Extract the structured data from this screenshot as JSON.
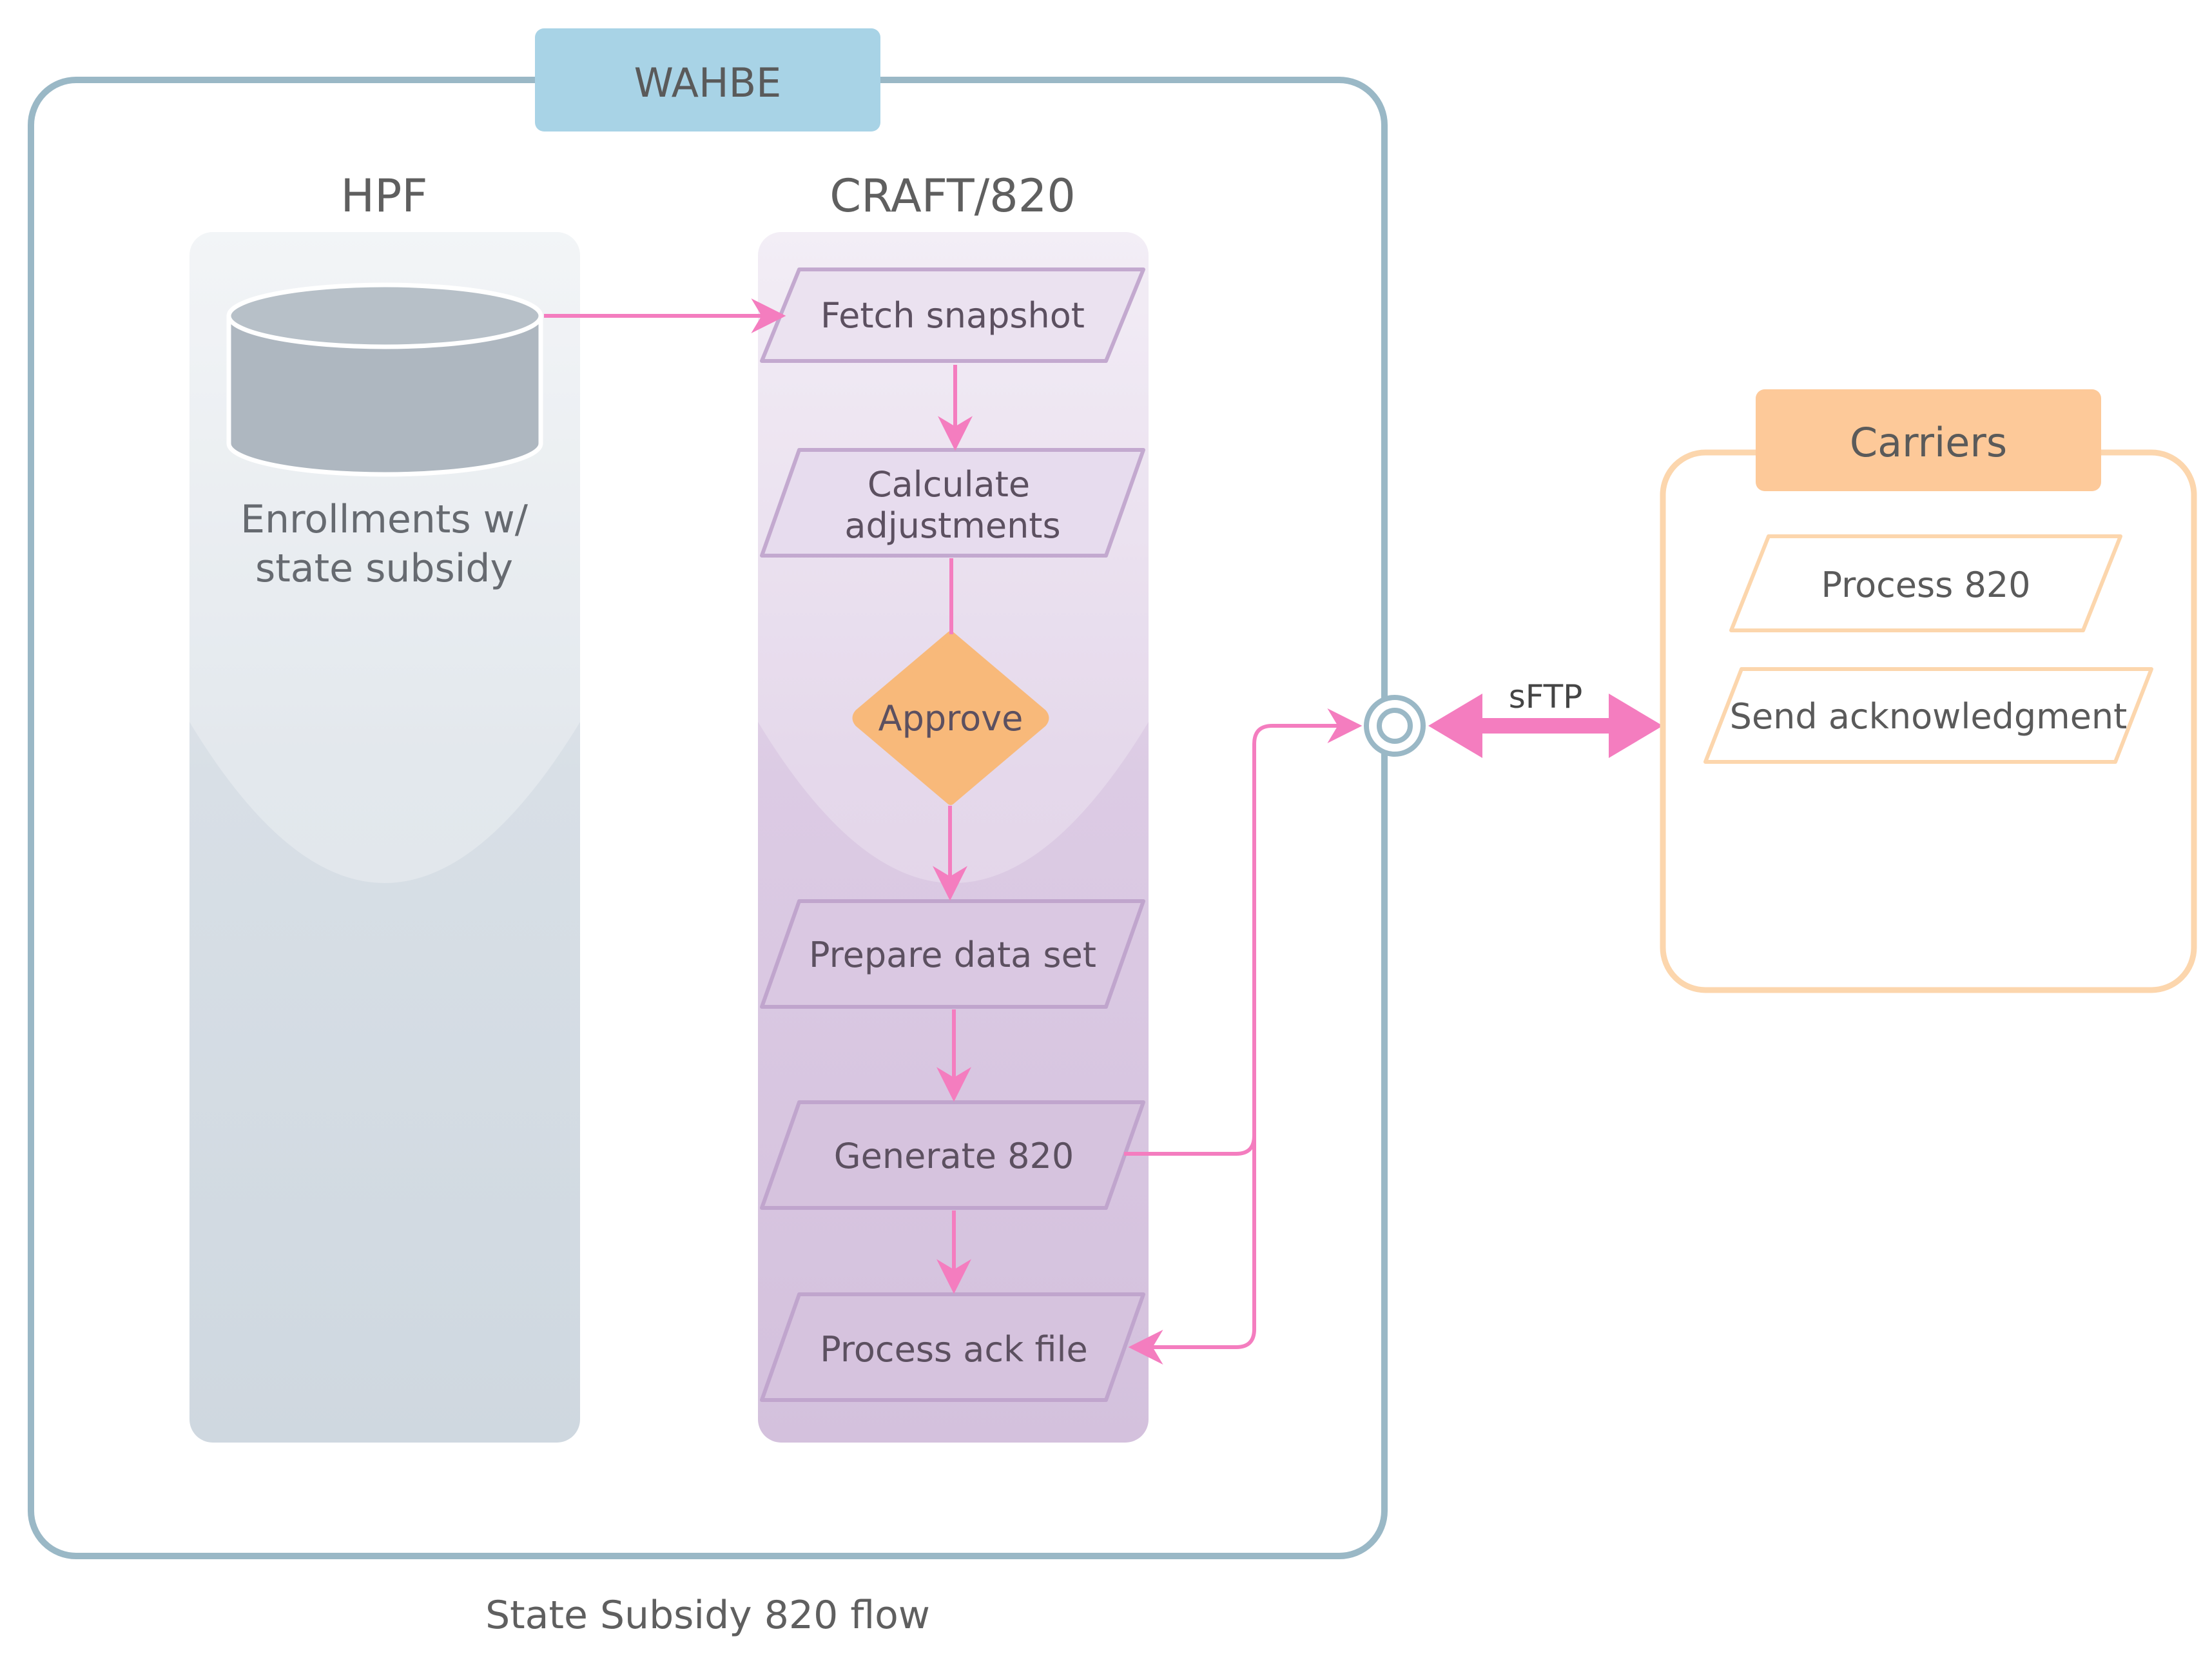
{
  "wahbe": {
    "label": "WAHBE"
  },
  "lanes": {
    "hpf": {
      "title": "HPF",
      "store_label_line1": "Enrollments w/",
      "store_label_line2": "state subsidy"
    },
    "craft": {
      "title": "CRAFT/820"
    }
  },
  "craft_steps": {
    "fetch": "Fetch snapshot",
    "calc_line1": "Calculate",
    "calc_line2": "adjustments",
    "approve": "Approve",
    "prepare": "Prepare data set",
    "generate": "Generate 820",
    "process_ack": "Process ack file"
  },
  "connection": {
    "protocol": "sFTP"
  },
  "carriers": {
    "label": "Carriers",
    "steps": {
      "process": "Process 820",
      "ack": "Send acknowledgment"
    }
  },
  "caption": "State Subsidy 820 flow",
  "colors": {
    "wahbe_border": "#9ab8c6",
    "wahbe_label": "#a8d3e6",
    "carriers_border": "#fcd6ad",
    "carriers_label": "#fdc999",
    "flow_pink": "#f47dbf",
    "approve_orange": "#f8b97a",
    "hpf_lane": "#cfd8e0",
    "craft_lane": "#d6c3df"
  }
}
